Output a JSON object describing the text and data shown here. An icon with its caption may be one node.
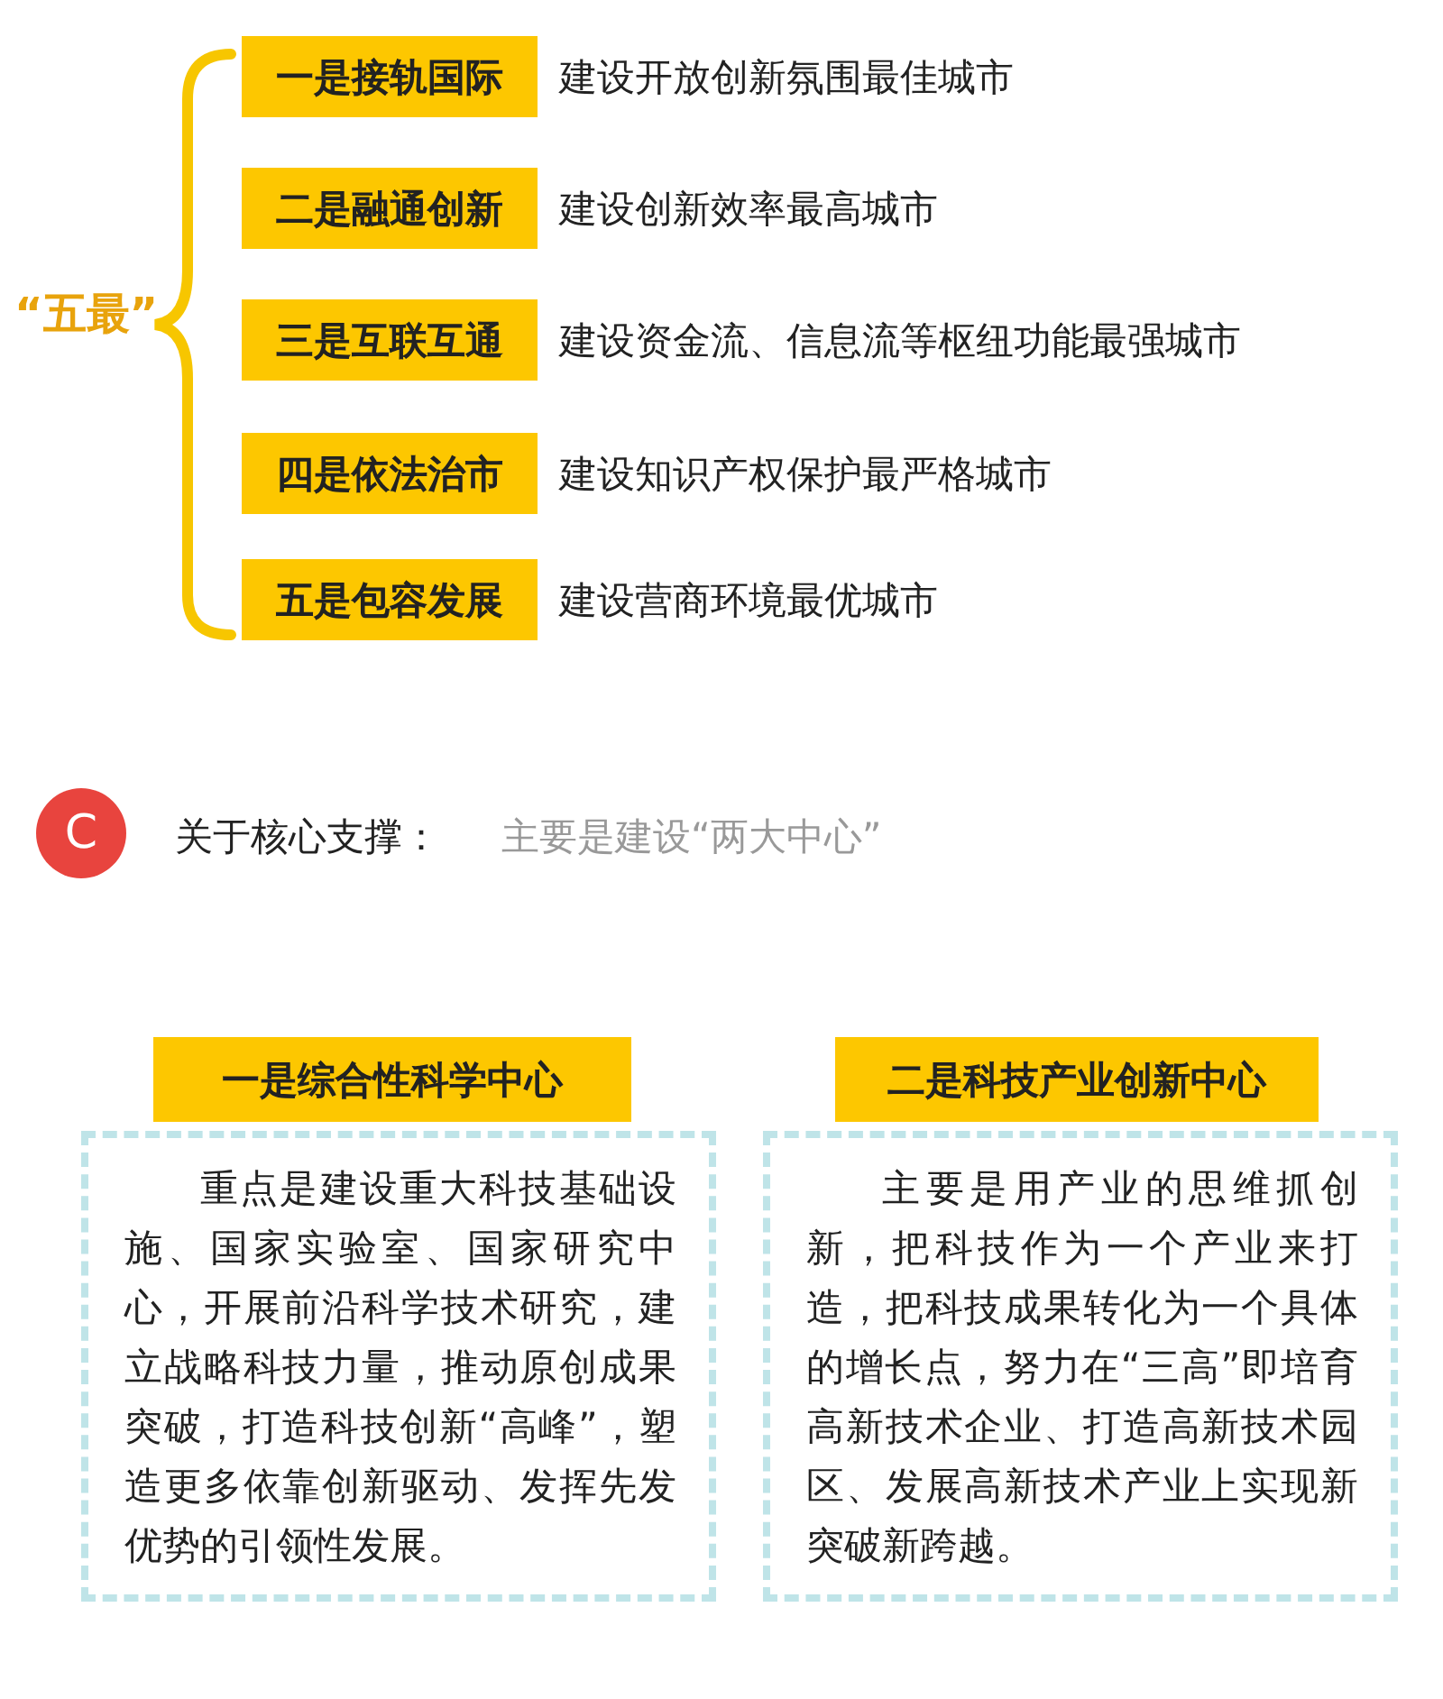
{
  "diagram": {
    "nodes": [
      {
        "text": [
          "一是接轨国际"
        ],
        "beside": [
          "建设开放创新氛围最佳城市"
        ]
      },
      {
        "text": [
          "二是融通创新"
        ],
        "beside": [
          "建设创新效率最高城市"
        ]
      },
      {
        "text": [
          "三是互联互通"
        ],
        "beside": [
          "建设资金流、信息流等枢纽功能最强城市"
        ]
      },
      {
        "text": [
          "四是依法治市"
        ],
        "beside": [
          "建设知识产权保护最严格城市"
        ]
      },
      {
        "text": [
          "五是包容发展"
        ],
        "beside": [
          "建设营商环境最优城市"
        ]
      },
      {
        "text": [
          "C"
        ]
      },
      {
        "text": [
          "一是综合性科学中心"
        ]
      },
      {
        "text": [
          "重点是建设重大科技基础设施、国家实验室、国家研究中心，开展前沿科学技术研究，建立战略科技力量，推动原创成果突破，打造科技创新“高峰”，塑造更多依靠创新驱动、发挥先发优势的引领性发展。"
        ]
      },
      {
        "text": [
          "二是科技产业创新中心"
        ]
      },
      {
        "text": [
          "主要是用产业的思维抓创新，把科技作为一个产业来打造，把科技成果转化为一个具体的增长点，努力在“三高”即培育高新技术企业、打造高新技术园区、发展高新技术产业上实现新突破新跨越。"
        ]
      }
    ],
    "labels": [
      "“五最”",
      "关于核心支撑：",
      "主要是建设“两大中心”"
    ]
  }
}
